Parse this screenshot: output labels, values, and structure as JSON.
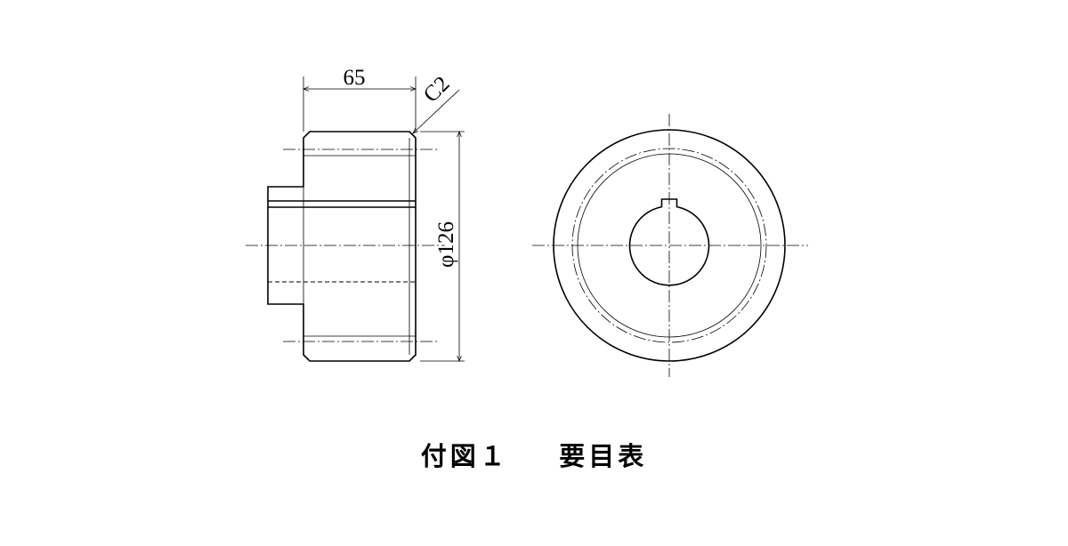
{
  "drawing": {
    "dimensions": {
      "width": "65",
      "chamfer": "C2",
      "diameter": "φ126"
    }
  },
  "caption": {
    "figure_label": "付図１",
    "title": "要目表"
  }
}
